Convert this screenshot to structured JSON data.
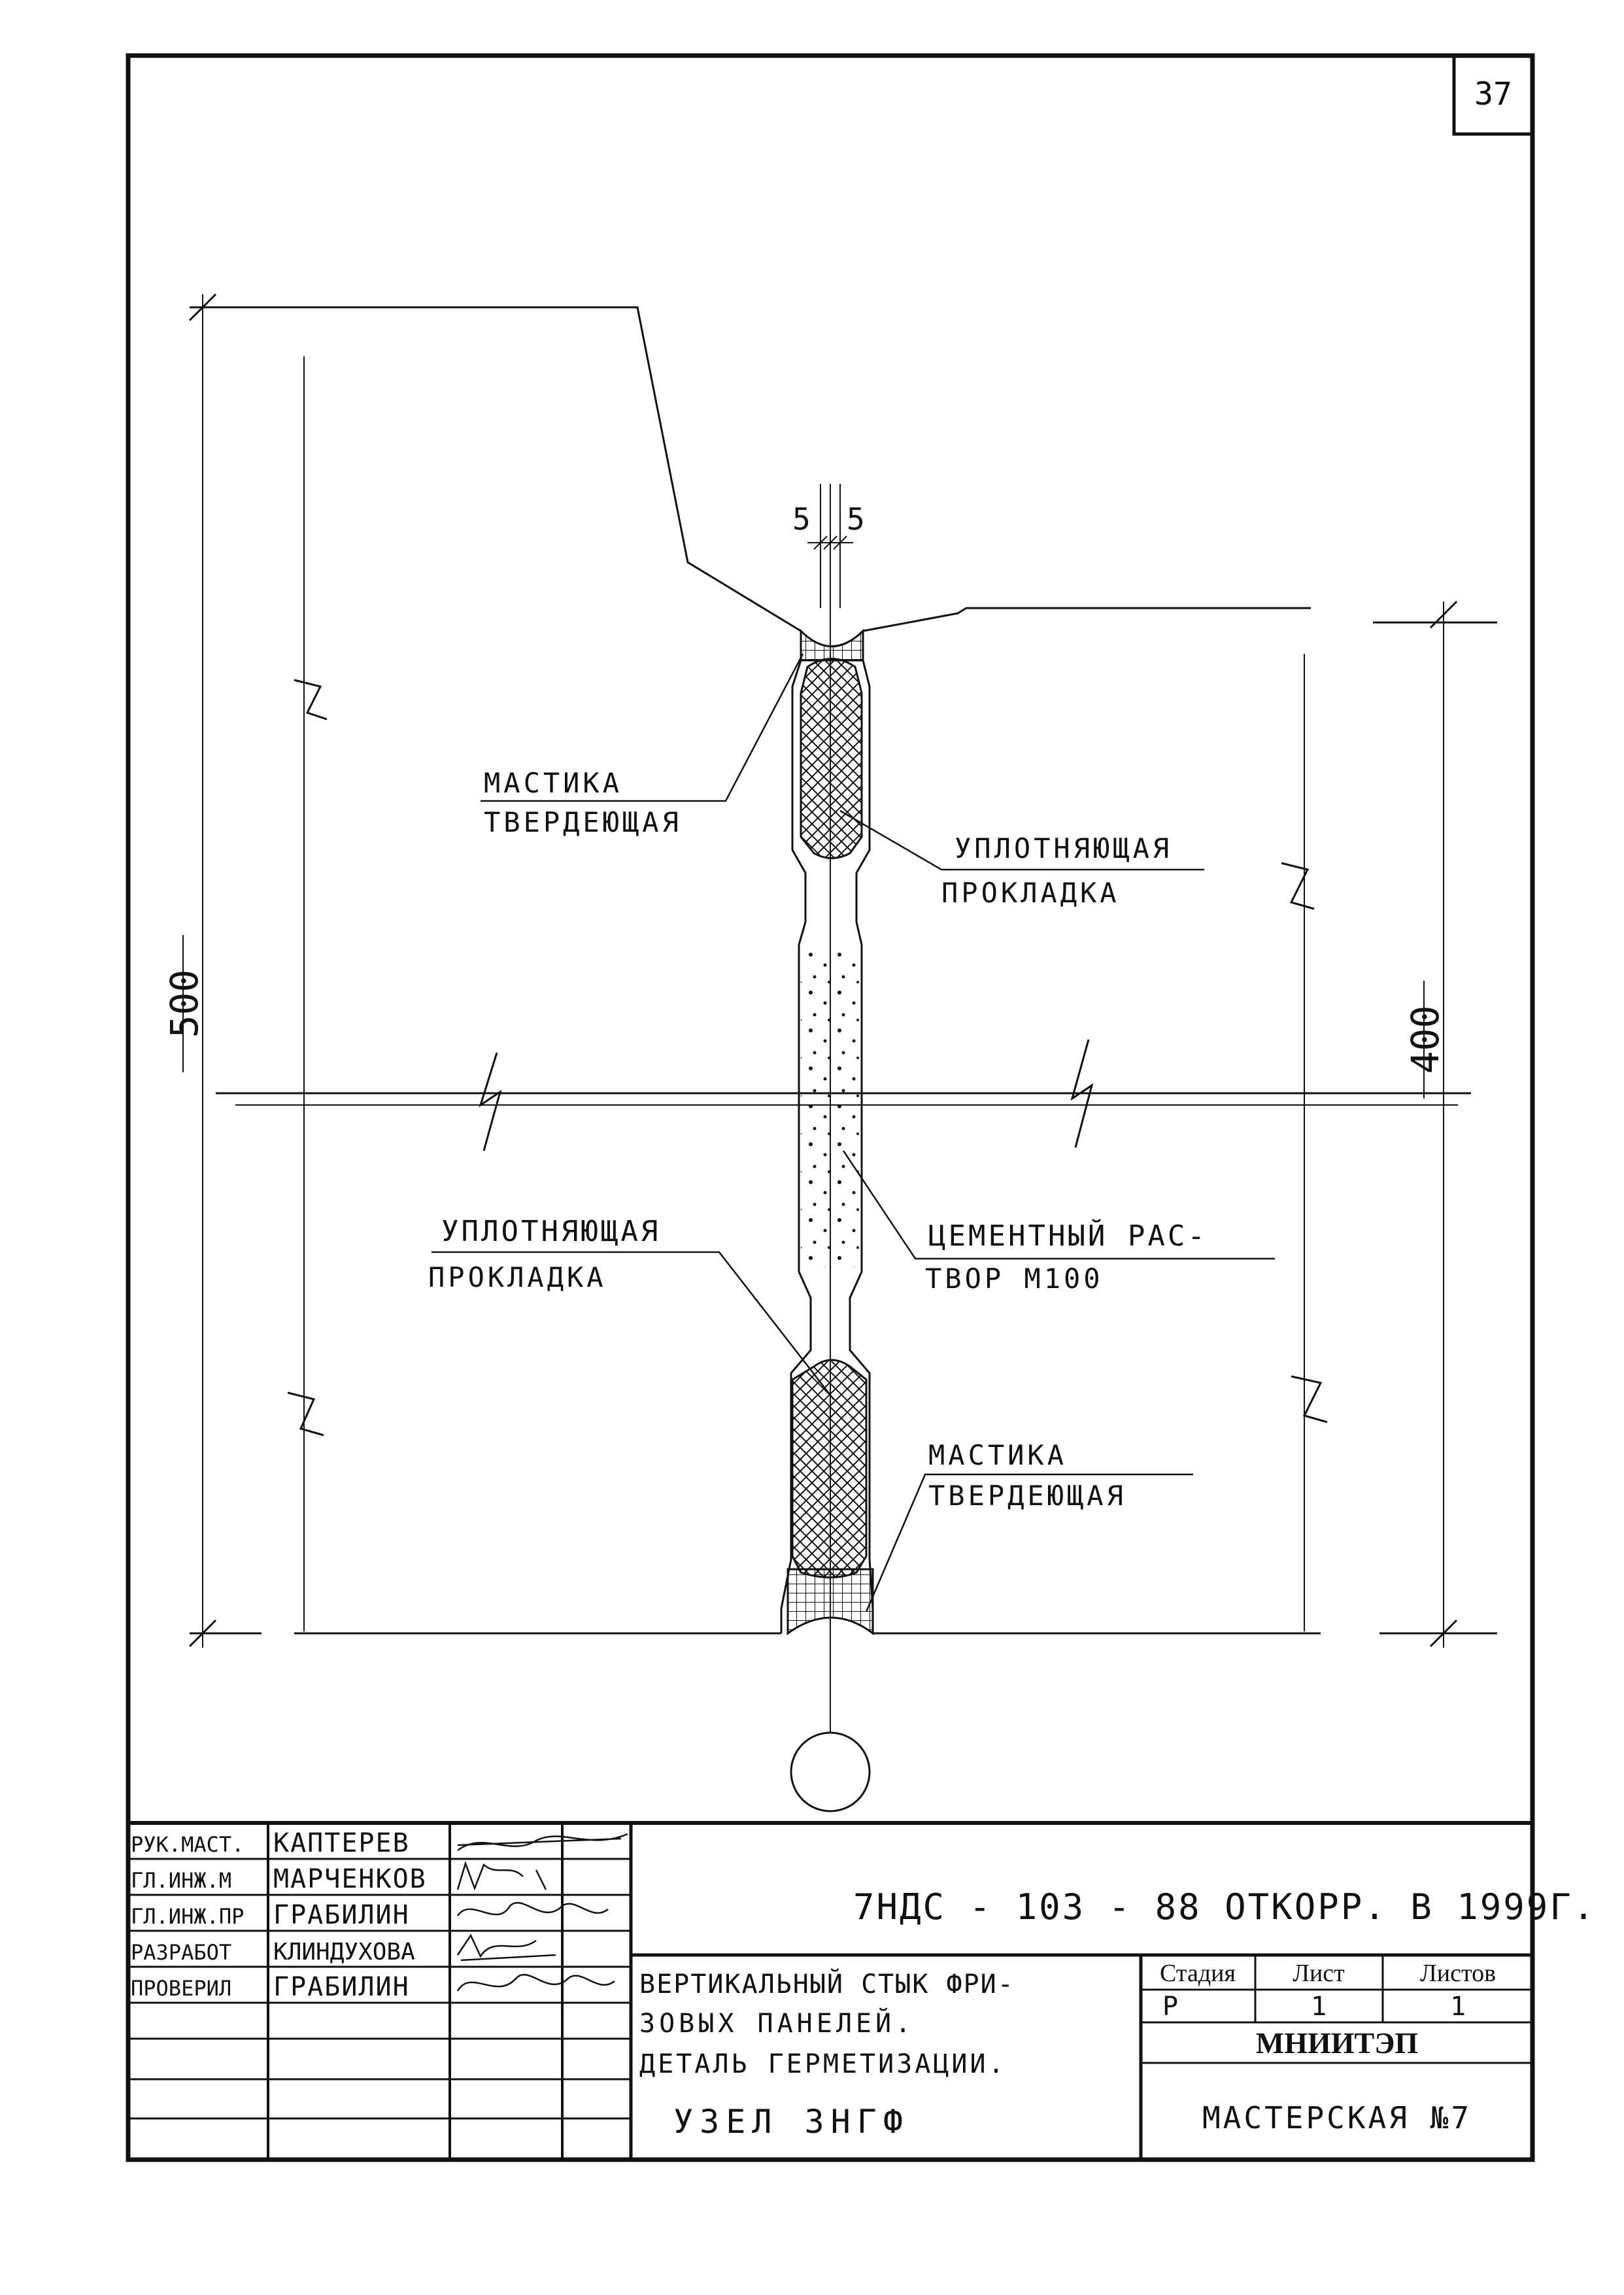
{
  "sheet": {
    "number": "37"
  },
  "drawing": {
    "labels": {
      "mastic_top_line1": "МАСТИКА",
      "mastic_top_line2": "ТВЕРДЕЮЩАЯ",
      "gasket_top_line1": "УПЛОТНЯЮЩАЯ",
      "gasket_top_line2": "ПРОКЛАДКА",
      "gasket_bottom_line1": "УПЛОТНЯЮЩАЯ",
      "gasket_bottom_line2": "ПРОКЛАДКА",
      "mortar_line1": "ЦЕМЕНТНЫЙ РАС-",
      "mortar_line2": "ТВОР М100",
      "mastic_bottom_line1": "МАСТИКА",
      "mastic_bottom_line2": "ТВЕРДЕЮЩАЯ"
    },
    "dimensions": {
      "gap_left": "5",
      "gap_right": "5",
      "height_left": "500",
      "height_right": "400"
    }
  },
  "title_block": {
    "roles": [
      {
        "role": "РУК.МАСТ.",
        "name": "КАПТЕРЕВ"
      },
      {
        "role": "ГЛ.ИНЖ.М",
        "name": "МАРЧЕНКОВ"
      },
      {
        "role": "ГЛ.ИНЖ.ПР",
        "name": "ГРАБИЛИН"
      },
      {
        "role": "РАЗРАБОТ",
        "name": "КЛИНДУХОВА"
      },
      {
        "role": "ПРОВЕРИЛ",
        "name": "ГРАБИЛИН"
      }
    ],
    "code": "7НДС - 103 - 88 ОТКОРР. В 1999Г.",
    "title_line1": "ВЕРТИКАЛЬНЫЙ СТЫК ФРИ-",
    "title_line2": "ЗОВЫХ ПАНЕЛЕЙ.",
    "title_line3": "ДЕТАЛЬ ГЕРМЕТИЗАЦИИ.",
    "node": "УЗЕЛ ЗНГФ",
    "stage_header": "Стадия",
    "sheet_header": "Лист",
    "sheets_header": "Листов",
    "stage": "Р",
    "sheet": "1",
    "sheets": "1",
    "organization": "МНИИТЭП",
    "workshop": "МАСТЕРСКАЯ №7"
  }
}
